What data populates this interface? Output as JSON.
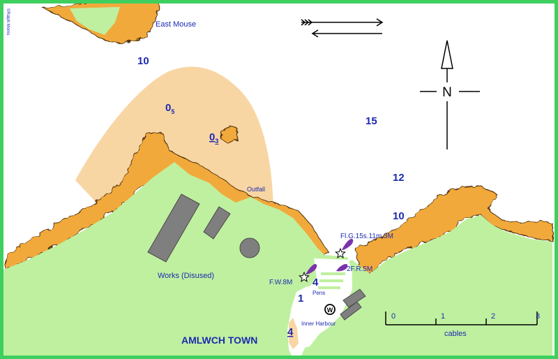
{
  "map": {
    "credit": "©Ralph Morris",
    "colors": {
      "border": "#3fcf5f",
      "sea": "#ffffff",
      "land": "#bff0a0",
      "drying_sand": "#f8d6a4",
      "rock": "#f2a93b",
      "rock_outline": "#4b2f08",
      "buildings": "#7f7f7f",
      "depth_text": "#1c2ab0",
      "label_text": "#1c2ab0",
      "light_symbol": "#7a33a8"
    },
    "place_labels": {
      "east_mouse": "East Mouse",
      "outfall": "Outfall",
      "works": "Works (Disused)",
      "pens": "Pens",
      "inner_harbour": "Inner Harbour",
      "town": "AMLWCH TOWN"
    },
    "depths": {
      "d1": "10",
      "d2": "15",
      "d3": "12",
      "d4": "10",
      "d5_main": "0",
      "d5_sub": "5",
      "d6_main": "0",
      "d6_sub": "3",
      "harbour_4": "4",
      "harbour_1": "1",
      "harbour_4_underlined": "4"
    },
    "lights": {
      "breakwater": "Fl.G.15s.11m.3M",
      "west_pier": "F.W.8M",
      "east_pier": "2F.R.5M"
    },
    "compass": {
      "label": "N"
    },
    "water_tap": {
      "label": "W"
    },
    "scale": {
      "ticks": [
        "0",
        "1",
        "2",
        "3"
      ],
      "unit": "cables"
    }
  }
}
